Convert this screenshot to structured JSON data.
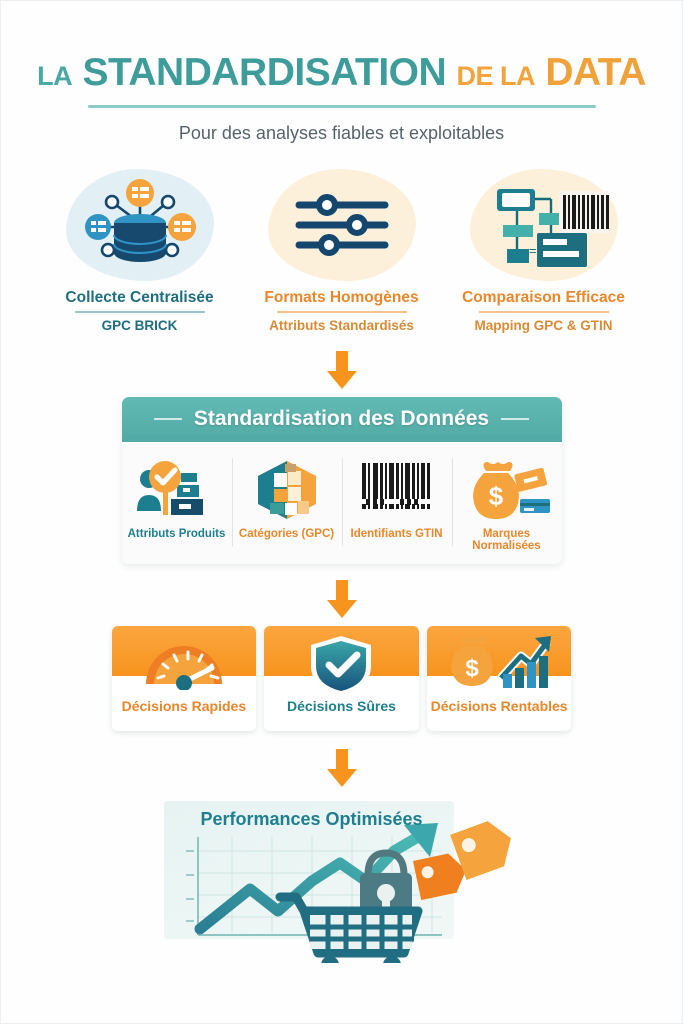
{
  "header": {
    "title_parts": [
      {
        "text": "LA",
        "size": "small",
        "color": "teal"
      },
      {
        "text": "STANDARDISATION",
        "size": "large",
        "color": "teal"
      },
      {
        "text": "DE LA",
        "size": "small",
        "color": "orange"
      },
      {
        "text": "DATA",
        "size": "large",
        "color": "orange"
      }
    ],
    "title_la": "LA",
    "title_standardisation": "STANDARDISATION",
    "title_dela": "DE LA",
    "title_data": "DATA",
    "subtitle": "Pour des analyses fiables et exploitables"
  },
  "top_cards": [
    {
      "title": "Collecte Centralisée",
      "subtitle": "GPC BRICK",
      "icon": "database-network-icon",
      "theme": "teal",
      "blob": "blue"
    },
    {
      "title": "Formats Homogènes",
      "subtitle": "Attributs Standardisés",
      "icon": "sliders-icon",
      "theme": "orange",
      "blob": "cream"
    },
    {
      "title": "Comparaison Efficace",
      "subtitle": "Mapping GPC & GTIN",
      "icon": "flowchart-barcode-icon",
      "theme": "orange",
      "blob": "cream"
    }
  ],
  "panel": {
    "heading": "Standardisation des Données",
    "items": [
      {
        "label": "Attributs Produits",
        "icon": "person-check-boxes-icon",
        "theme": "teal"
      },
      {
        "label": "Catégories (GPC)",
        "icon": "hexagon-blocks-icon",
        "theme": "orange"
      },
      {
        "label": "Identifiants GTIN",
        "icon": "barcode-icon",
        "theme": "orange"
      },
      {
        "label": "Marques Normalisées",
        "icon": "money-bag-tag-icon",
        "theme": "orange"
      }
    ]
  },
  "decisions": [
    {
      "label": "Décisions Rapides",
      "icon": "speedometer-icon",
      "theme": "orange"
    },
    {
      "label": "Décisions Sûres",
      "icon": "shield-check-icon",
      "theme": "teal"
    },
    {
      "label": "Décisions Rentables",
      "icon": "money-growth-chart-icon",
      "theme": "orange"
    }
  ],
  "performance": {
    "title": "Performances Optimisées",
    "icons": [
      "trend-up-chart-icon",
      "shopping-cart-icon",
      "padlock-icon",
      "price-tag-icon"
    ]
  },
  "colors": {
    "teal": "#4aa8a6",
    "teal_dark": "#1f6f80",
    "orange": "#f2a33c",
    "orange_dark": "#e8872b",
    "navy": "#14466e",
    "panel_header": "#57b2ad",
    "text_gray": "#57636b"
  },
  "chart_data": {
    "type": "line",
    "title": "Performances Optimisées",
    "x": [
      0,
      1,
      2,
      3,
      4,
      5,
      6,
      7
    ],
    "values": [
      5,
      38,
      52,
      30,
      45,
      72,
      60,
      95
    ],
    "xlabel": "",
    "ylabel": "",
    "ylim": [
      0,
      100
    ],
    "grid": true,
    "legend": "none"
  }
}
